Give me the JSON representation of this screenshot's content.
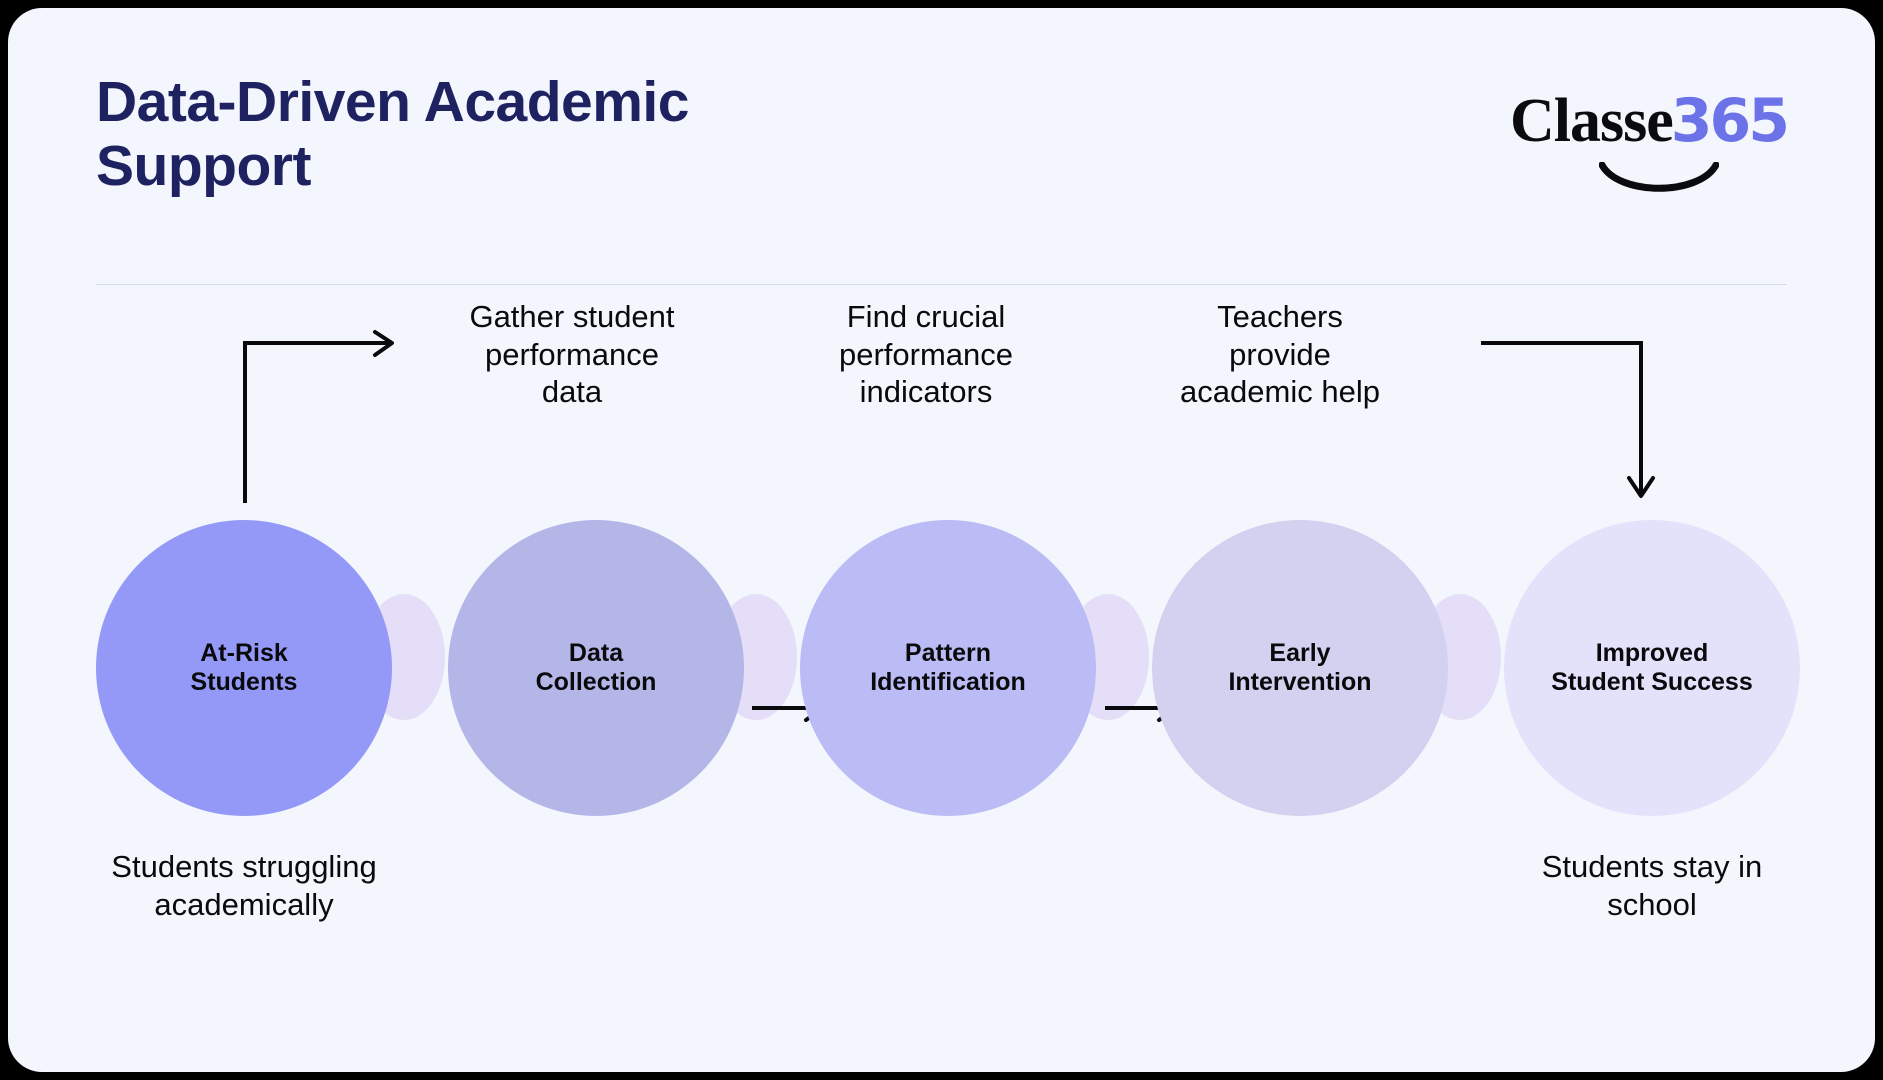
{
  "header": {
    "title": "Data-Driven Academic\nSupport",
    "logo": {
      "brand_text": "Classe",
      "brand_suffix": "365",
      "smile_icon": "smile-arc-icon"
    }
  },
  "colors": {
    "card_background": "#F4F6FD",
    "title": "#1E2260",
    "accent": "#6C73E8",
    "divider": "#D7DCEC",
    "link_dot": "#E4DEF8",
    "arrow": "#0A0A0D"
  },
  "diagram": {
    "type": "process-flow",
    "stages": [
      {
        "circle_label": "At-Risk\nStudents",
        "circle_color": "#9499F8",
        "circle_size": 246,
        "step_label": "",
        "caption": "Students struggling\nacademically"
      },
      {
        "circle_label": "Data\nCollection",
        "circle_color": "#B4B6E8",
        "circle_size": 246,
        "step_label": "Gather student\nperformance\ndata",
        "caption": ""
      },
      {
        "circle_label": "Pattern\nIdentification",
        "circle_color": "#BBBCF6",
        "circle_size": 246,
        "step_label": "Find crucial\nperformance\nindicators",
        "caption": ""
      },
      {
        "circle_label": "Early\nIntervention",
        "circle_color": "#D2D2F0",
        "circle_size": 246,
        "step_label": "Teachers\nprovide\nacademic help",
        "caption": ""
      },
      {
        "circle_label": "Improved\nStudent Success",
        "circle_color": "#E3E2FA",
        "circle_size": 246,
        "step_label": "",
        "caption": "Students stay in\nschool"
      }
    ],
    "connectors": [
      {
        "name": "elbow-up-right-arrow",
        "from": "At-Risk Students",
        "to": "Gather student performance data"
      },
      {
        "name": "straight-right-arrow",
        "from": "Gather student performance data",
        "to": "Find crucial performance indicators"
      },
      {
        "name": "straight-right-arrow",
        "from": "Find crucial performance indicators",
        "to": "Teachers provide academic help"
      },
      {
        "name": "elbow-right-down-arrow",
        "from": "Teachers provide academic help",
        "to": "Improved Student Success"
      }
    ]
  }
}
